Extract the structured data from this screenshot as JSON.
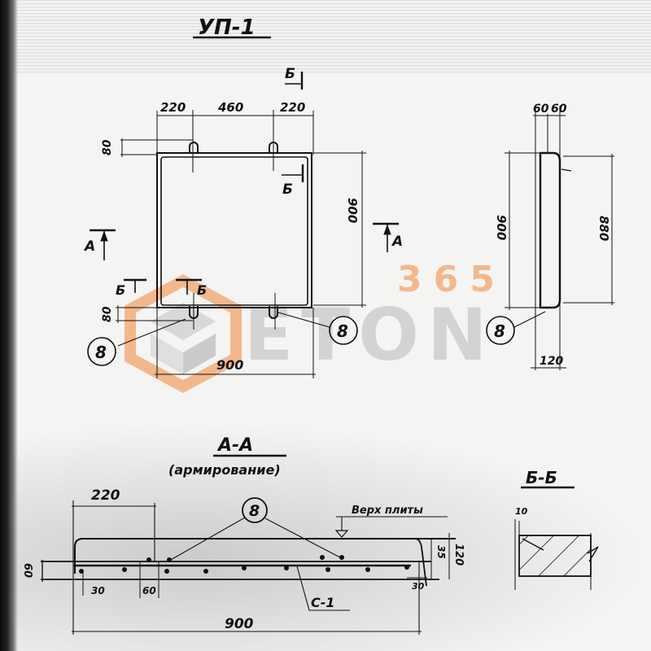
{
  "drawing": {
    "title": "УП-1",
    "colors": {
      "ink": "#111111",
      "paper": "#f4f4f2",
      "watermark_orange": "#f2a46a",
      "watermark_gray": "#c9c9c9"
    }
  },
  "plan_view": {
    "dims_top": [
      "220",
      "460",
      "220"
    ],
    "dim_bottom": "900",
    "dim_right": "900",
    "dim_loop_top": "80",
    "dim_loop_bottom": "80",
    "section_marks": {
      "a_left": "А",
      "a_right": "А",
      "b_top": "Б",
      "b_top_inner": "Б",
      "b_bottom_left": "Б",
      "b_bottom_inner": "Б"
    },
    "callouts": [
      "8",
      "8"
    ]
  },
  "side_view": {
    "dim_top_left": "60",
    "dim_top_right": "60",
    "dim_left": "900",
    "dim_right": "880",
    "dim_bottom": "120",
    "callout": "8"
  },
  "section_aa": {
    "title": "А-А",
    "subtitle": "(армирование)",
    "dim_220": "220",
    "dim_30": "30",
    "dim_60_left": "60",
    "dim_60_bottom": "60",
    "dim_35": "35",
    "dim_120": "120",
    "dim_30_right": "30",
    "dim_900": "900",
    "callout": "8",
    "top_label": "Верх плиты",
    "mesh_label": "С-1"
  },
  "section_bb": {
    "title": "Б-Б",
    "dim_10": "10"
  },
  "watermark": {
    "number": "365",
    "word": "ETON"
  }
}
